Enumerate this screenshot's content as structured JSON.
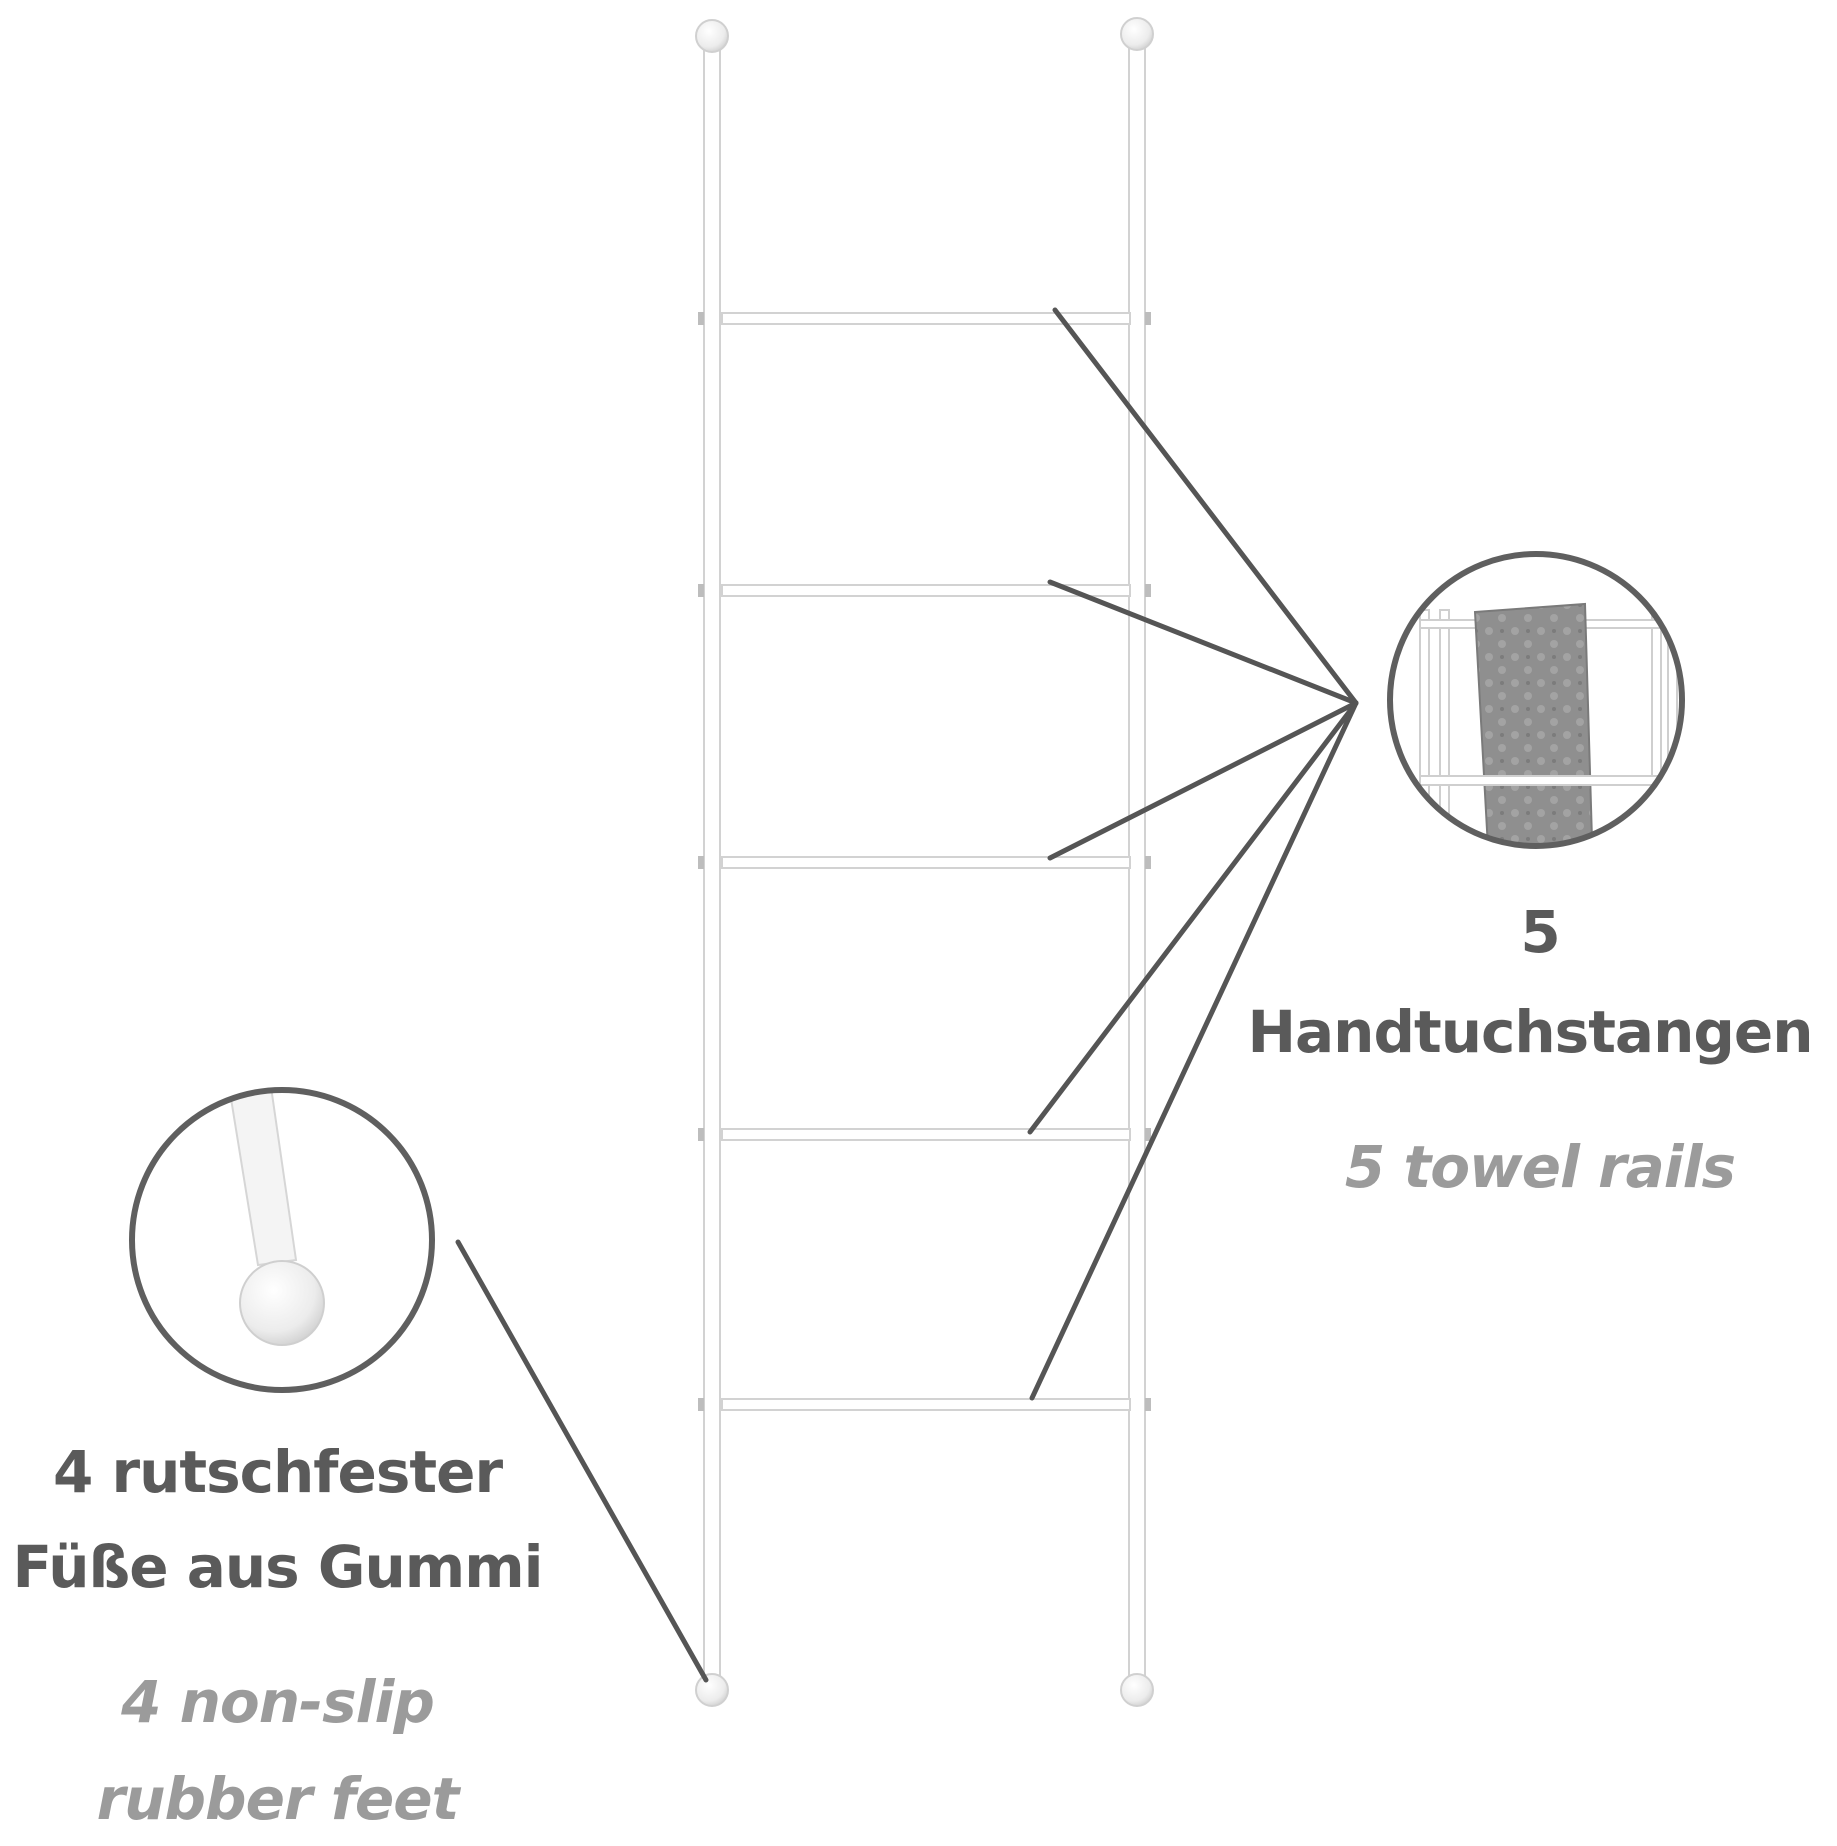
{
  "callouts": {
    "rails": {
      "count": "5",
      "label_de": "Handtuchstangen",
      "label_en": "5 towel rails"
    },
    "feet": {
      "label_de_line1": "4 rutschfester",
      "label_de_line2": "Füße aus Gummi",
      "label_en_line1": "4 non-slip",
      "label_en_line2": "rubber feet"
    }
  },
  "colors": {
    "leader_line": "#555555",
    "circle_border": "#5f5f5f",
    "ladder_white": "#ffffff",
    "ladder_edge": "#d2d2d2",
    "towel_gray": "#8c8c8c",
    "text_dark": "#5a5a5a",
    "text_light": "#9b9b9b"
  }
}
